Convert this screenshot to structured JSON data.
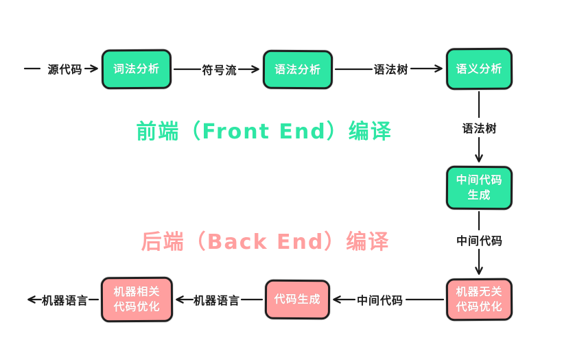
{
  "diagram": {
    "titles": {
      "front_end": "前端（Front End）编译",
      "back_end": "后端（Back End）编译"
    },
    "colors": {
      "front_end_green": "#2ee6a4",
      "back_end_pink": "#ff9f9f",
      "line_stroke": "#1a1a1a",
      "node_text": "#ffffff"
    },
    "nodes": {
      "lexical": "词法分析",
      "syntax": "语法分析",
      "semantic": "语义分析",
      "intermediate_gen": "中间代码\n生成",
      "machine_independent_opt": "机器无关\n代码优化",
      "code_gen": "代码生成",
      "machine_dependent_opt": "机器相关\n代码优化"
    },
    "edge_labels": {
      "source_code": "源代码",
      "token_stream": "符号流",
      "syntax_tree_top": "语法树",
      "syntax_tree_down": "语法树",
      "intermediate_code_down": "中间代码",
      "intermediate_code_left": "中间代码",
      "machine_language_mid": "机器语言",
      "machine_language_out": "机器语言"
    }
  }
}
